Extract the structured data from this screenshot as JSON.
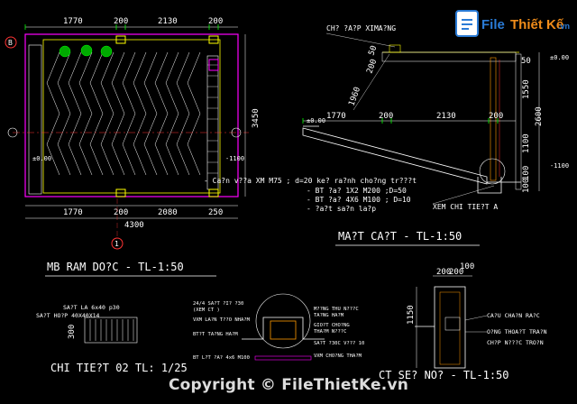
{
  "plan": {
    "top_dims": [
      "1770",
      "200",
      "2130",
      "200"
    ],
    "bottom_dims": [
      "1770",
      "200",
      "2080",
      "250"
    ],
    "total_dim": "4300",
    "height_dim": "3450",
    "grid_b": "B",
    "grid_1": "1",
    "level_left": "±0.00",
    "level_right": "-1100",
    "note_1": "- Ca?n v??a XM M75 ; d=20 ke? ra?nh cho?ng tr???t",
    "note_2": "- BT ?a? 1X2 M200 ;D=50",
    "note_3": "- BT ?a? 4X6 M100 ; D=10",
    "note_4": "- ?a?t sa?n la?p",
    "title": "MB RAM DO?C - TL-1:50"
  },
  "section": {
    "top_label": "CH? ?A?P XIMA?NG",
    "right_top": "50",
    "right_dims": [
      "1550",
      "2600",
      "1100",
      "100",
      "100"
    ],
    "right_level_top": "±0.00",
    "right_level_bottom": "-1100",
    "left_level": "±0.00",
    "dims": [
      "1770",
      "200",
      "2130",
      "200"
    ],
    "slope_1": "1960",
    "slope_2": "200",
    "slope_3": "50",
    "detail_callout": "XEM CHI TIE?T A",
    "title": "MA?T CA?T - TL-1:50"
  },
  "detail_02": {
    "label_1": "SA?T LA 6x40 p30",
    "label_2": "SA?T HO?P 40X40X14",
    "dim_1": "300",
    "title": "CHI TIE?T 02 TL: 1/25"
  },
  "detail_mid": {
    "labels": [
      "24/4 SA?T ?I? ?30",
      "(XEM CT )",
      "VXM LA?N T??O NHA?M",
      "BT?T TA?NG HA?M",
      "BT L?T ?A? 4x6 M100",
      "M??NG THU N???C",
      "TA?NG HA?M",
      "GIO?T CHO?NG",
      "THA?M N???C",
      "SA?T ?30C V??? 10",
      "VXM CHO?NG THA?M"
    ],
    "title": "CT ..."
  },
  "detail_sewer": {
    "dims_top": [
      "200",
      "100",
      "200"
    ],
    "dim_left": "1150",
    "labels": [
      "CA?U CHA?N RA?C",
      "O?NG THOA?T TRA?N",
      "CH?P N???C TRO?N"
    ],
    "title": "CT SE? NO? - TL-1:50"
  },
  "watermark": {
    "brand_file": "File",
    "brand_thietke": "Thiết Kế",
    "brand_vn": ".vn",
    "copyright": "Copyright © FileThietKe.vn"
  }
}
